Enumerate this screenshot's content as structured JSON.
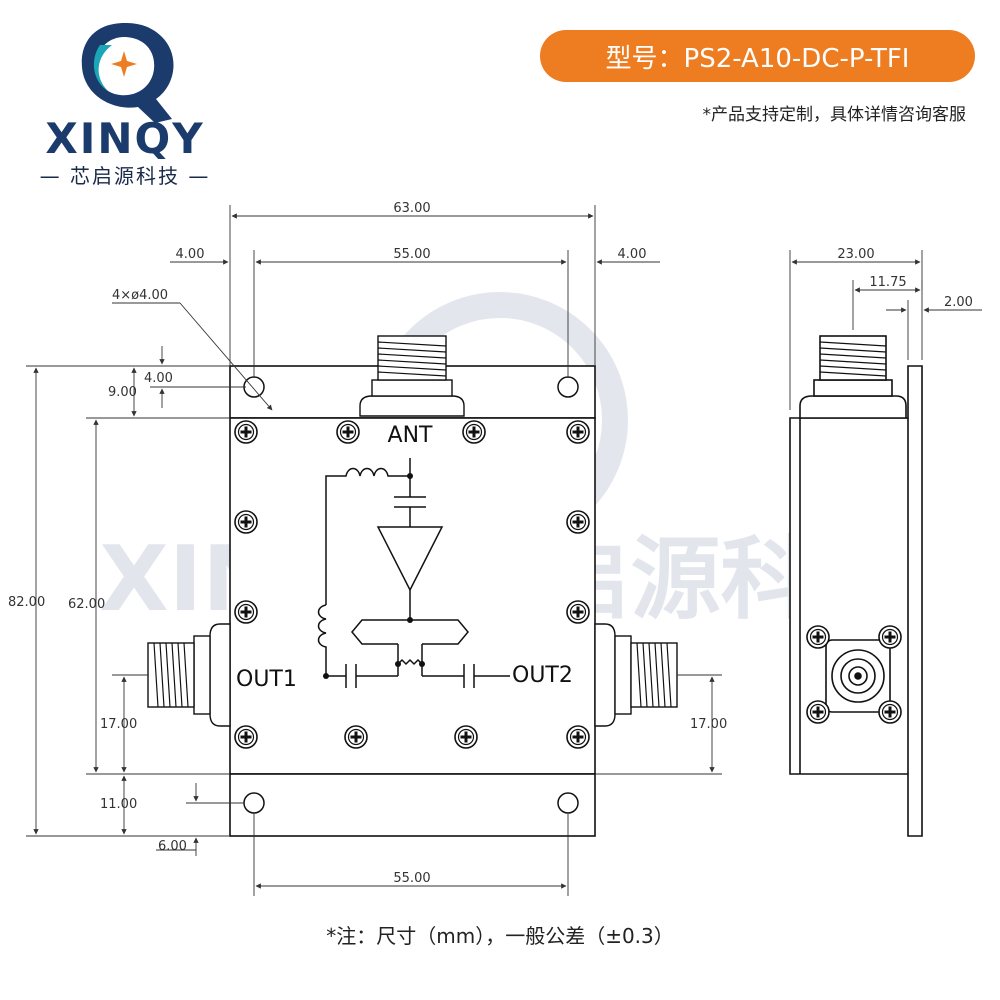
{
  "brand": {
    "name": "XINQY",
    "subtitle": "— 芯启源科技 —",
    "colors": {
      "navy": "#1a3b6b",
      "teal": "#1aa6b7",
      "orange": "#ee7d22"
    }
  },
  "model_banner": {
    "text": "型号：PS2-A10-DC-P-TFI",
    "color": "#ee7d22"
  },
  "custom_note": "*产品支持定制，具体详情咨询客服",
  "watermark": "XINQY 芯启源科技",
  "front_view": {
    "dims": {
      "width_total": "63.00",
      "hole_spacing_top": "55.00",
      "edge_left": "4.00",
      "edge_right": "4.00",
      "hole_diameter": "4×ø4.00",
      "hole_offset_top": "4.00",
      "flange_top": "9.00",
      "height_total": "82.00",
      "body_height": "62.00",
      "port_height_left": "17.00",
      "port_height_right": "17.00",
      "flange_bottom": "11.00",
      "hole_offset_bottom": "6.00",
      "hole_spacing_bottom": "55.00"
    },
    "labels": {
      "ant": "ANT",
      "out1": "OUT1",
      "out2": "OUT2"
    }
  },
  "side_view": {
    "dims": {
      "depth_total": "23.00",
      "connector_offset": "11.75",
      "flange_thickness": "2.00"
    }
  },
  "footnote": "*注：尺寸（mm），一般公差（±0.3）"
}
